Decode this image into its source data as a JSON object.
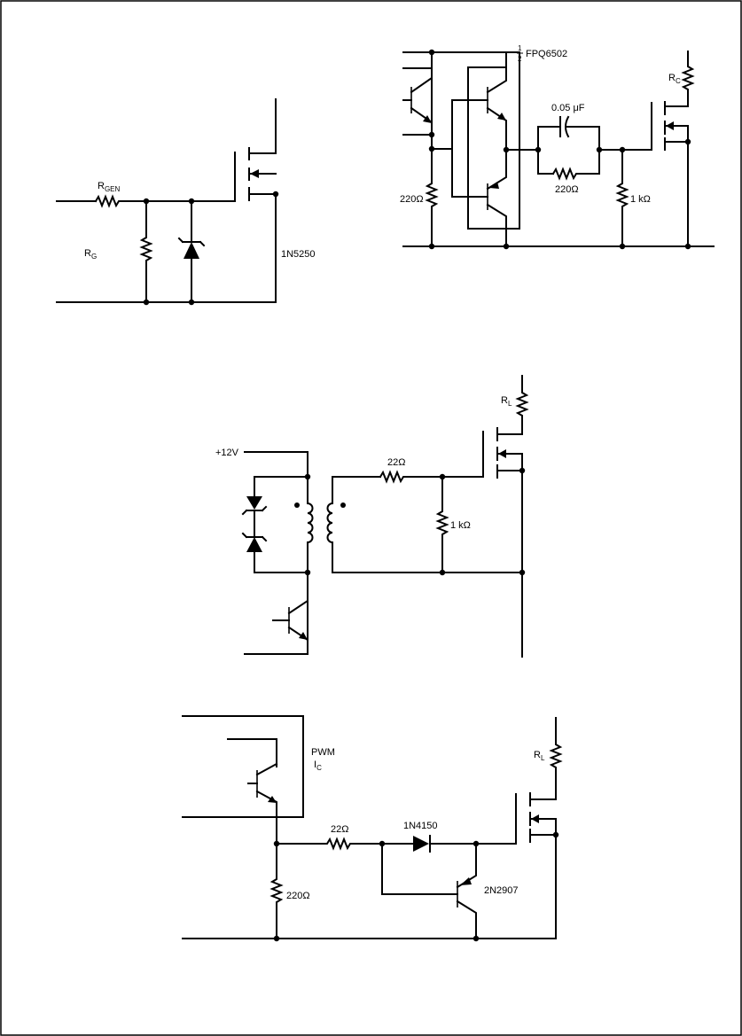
{
  "circuit_a": {
    "rgen_main": "R",
    "rgen_sub": "GEN",
    "rg_main": "R",
    "rg_sub": "G",
    "zener": "1N5250"
  },
  "circuit_b": {
    "ic_num": "1",
    "ic_den": "2",
    "ic_name": "FPQ6502",
    "cap": "0.05 μF",
    "r_feedback": "220Ω",
    "r_base": "220Ω",
    "r_gate": "1 kΩ",
    "rc_main": "R",
    "rc_sub": "C"
  },
  "circuit_c": {
    "supply": "+12V",
    "r_series": "22Ω",
    "r_gate": "1 kΩ",
    "rl_main": "R",
    "rl_sub": "L"
  },
  "circuit_d": {
    "ic_line1": "PWM",
    "ic_line2_main": "I",
    "ic_line2_sub": "C",
    "r_series": "22Ω",
    "diode": "1N4150",
    "transistor": "2N2907",
    "r_pulldown": "220Ω",
    "rl_main": "R",
    "rl_sub": "L"
  }
}
